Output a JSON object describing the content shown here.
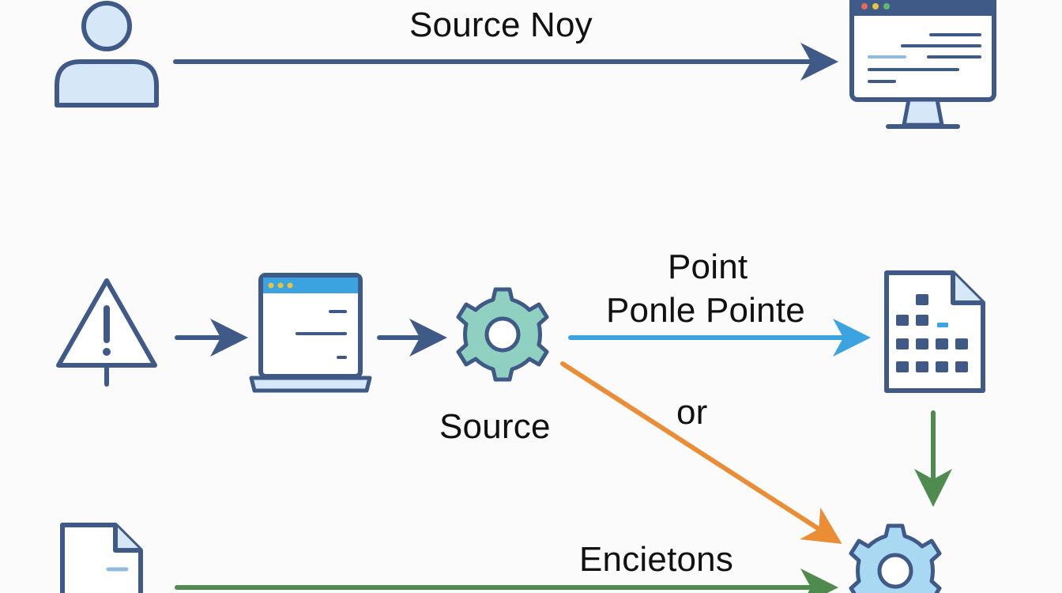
{
  "labels": {
    "top_arrow": "Source Noy",
    "blue_arrow_line1": "Point",
    "blue_arrow_line2": "Ponle Pointe",
    "gear_caption": "Source",
    "orange_arrow": "or",
    "green_arrow": "Encietons"
  },
  "icons": [
    "user-icon",
    "monitor-icon",
    "warning-icon",
    "laptop-icon",
    "gear-icon",
    "spreadsheet-file-icon",
    "document-icon",
    "gear-icon"
  ],
  "colors": {
    "navy": "#3f5a86",
    "pale_blue": "#d6e8f7",
    "teal": "#8fd0c0",
    "sky_blue": "#3aa3e0",
    "orange": "#ea8d35",
    "green": "#4f8a4e",
    "gear_blue": "#a9d8f2"
  }
}
